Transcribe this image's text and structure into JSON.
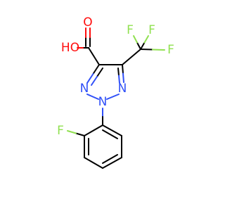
{
  "molecule": {
    "atom_labels": {
      "hydroxyl": "HO",
      "carbonyl_oxygen": "O",
      "n1": "N",
      "n2": "N",
      "n3": "N",
      "f_top1": "F",
      "f_top2": "F",
      "f_side": "F",
      "f_aryl": "F"
    },
    "colors": {
      "bond": "#000000",
      "oxygen": "#ff0d0d",
      "nitrogen": "#3050f8",
      "fluorine": "#90e050"
    }
  }
}
